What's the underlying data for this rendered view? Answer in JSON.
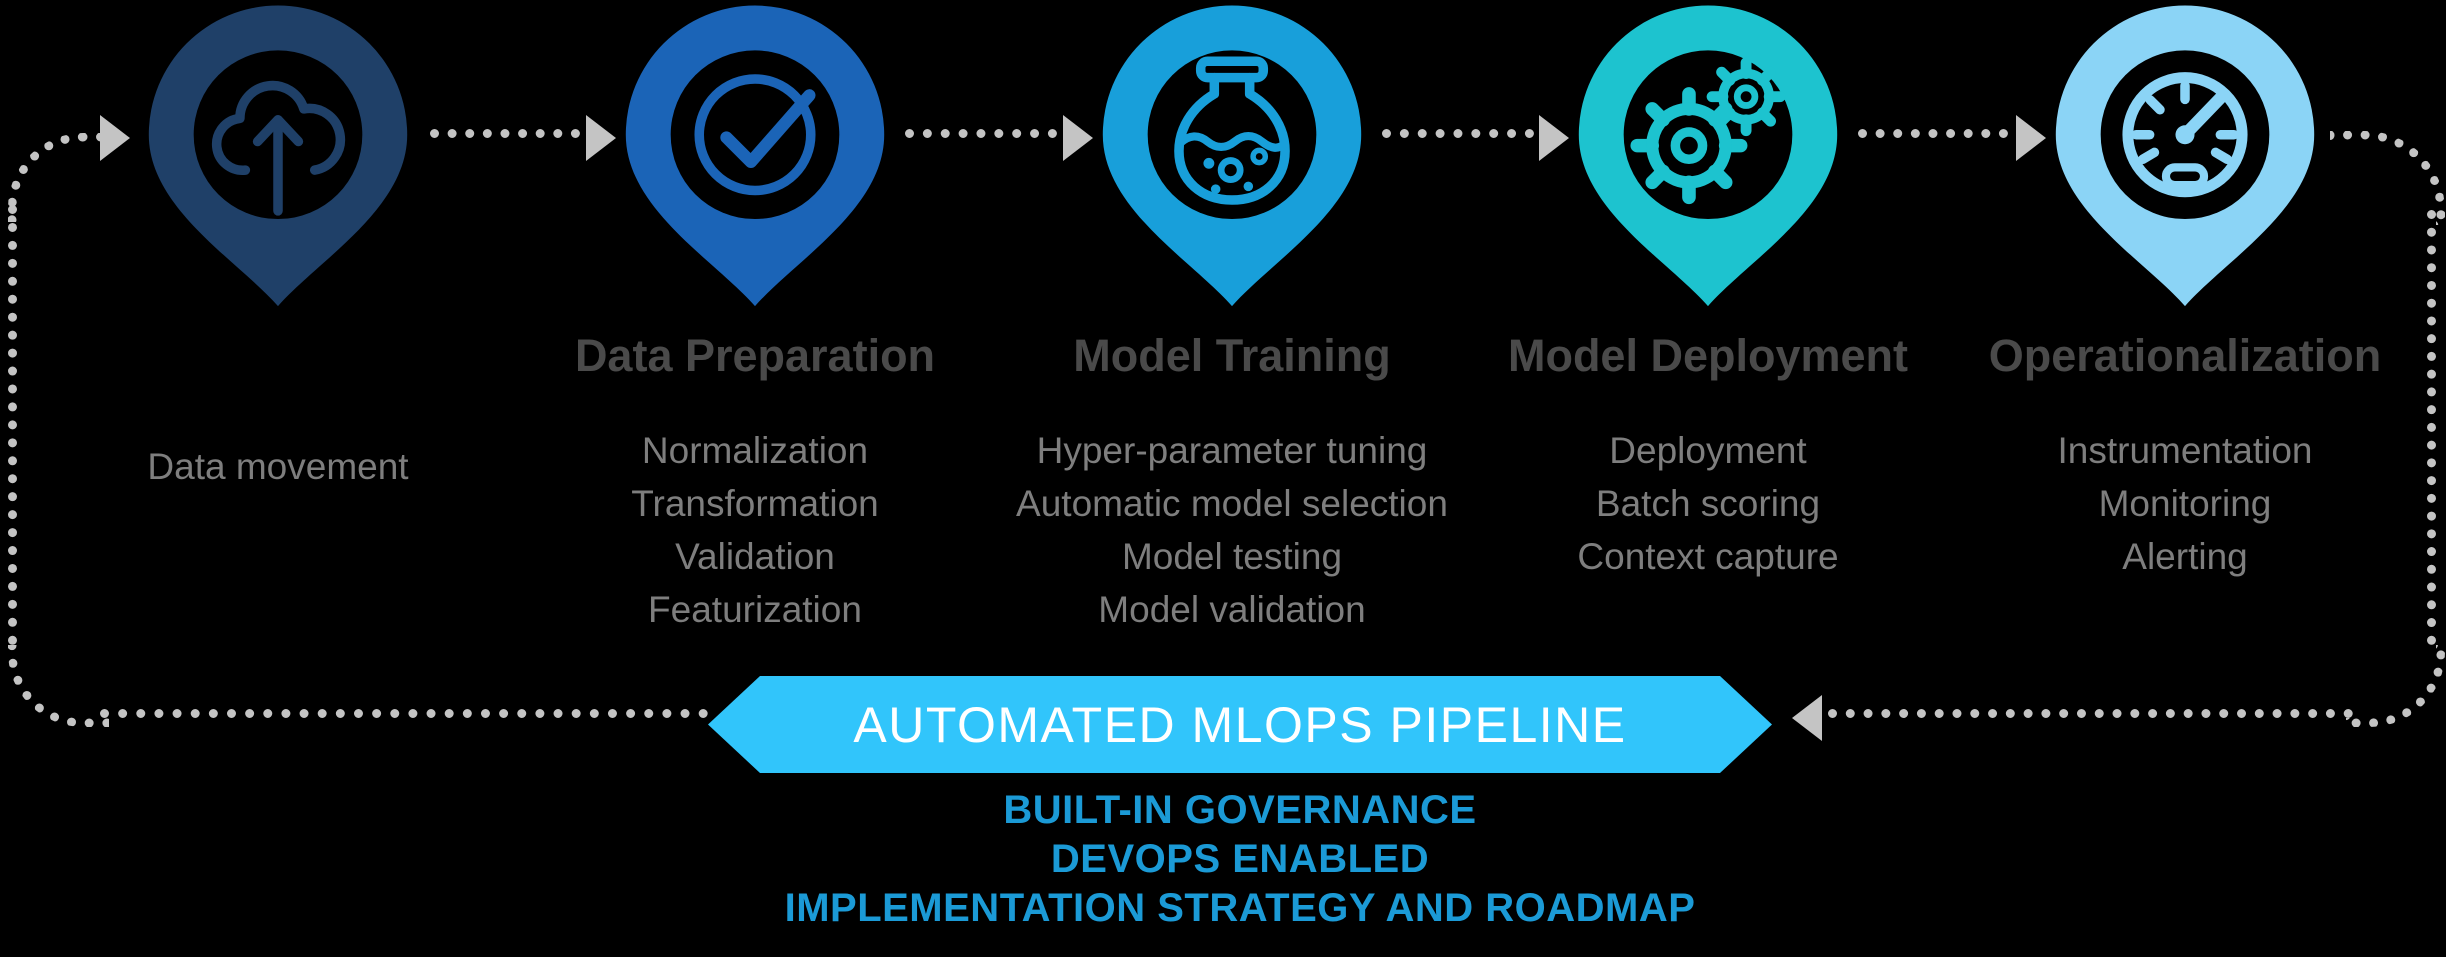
{
  "styles": {
    "background": "#000000",
    "title_color": "#4A4A4A",
    "item_color": "#7E7E7E",
    "connector_color": "#C4C4C4"
  },
  "stages": [
    {
      "icon": "cloud-upload-icon",
      "pin_color": "#1F4068",
      "title": "",
      "items": [
        "Data movement"
      ]
    },
    {
      "icon": "check-circle-icon",
      "pin_color": "#1B64B7",
      "title": "Data Preparation",
      "items": [
        "Normalization",
        "Transformation",
        "Validation",
        "Featurization"
      ]
    },
    {
      "icon": "flask-icon",
      "pin_color": "#189FDA",
      "title": "Model Training",
      "items": [
        "Hyper-parameter tuning",
        "Automatic model selection",
        "Model testing",
        "Model validation"
      ]
    },
    {
      "icon": "gears-icon",
      "pin_color": "#1DC3CF",
      "title": "Model Deployment",
      "items": [
        "Deployment",
        "Batch scoring",
        "Context capture"
      ]
    },
    {
      "icon": "gauge-icon",
      "pin_color": "#8BD4F6",
      "title": "Operationalization",
      "items": [
        "Instrumentation",
        "Monitoring",
        "Alerting"
      ]
    }
  ],
  "banner": {
    "label": "AUTOMATED MLOPS PIPELINE",
    "background": "#31C5FB",
    "text_color": "#FFFFFF"
  },
  "footer": {
    "lines": [
      "BUILT-IN GOVERNANCE",
      "DEVOPS ENABLED",
      "IMPLEMENTATION STRATEGY AND ROADMAP"
    ],
    "color": "#1B9AD6"
  }
}
